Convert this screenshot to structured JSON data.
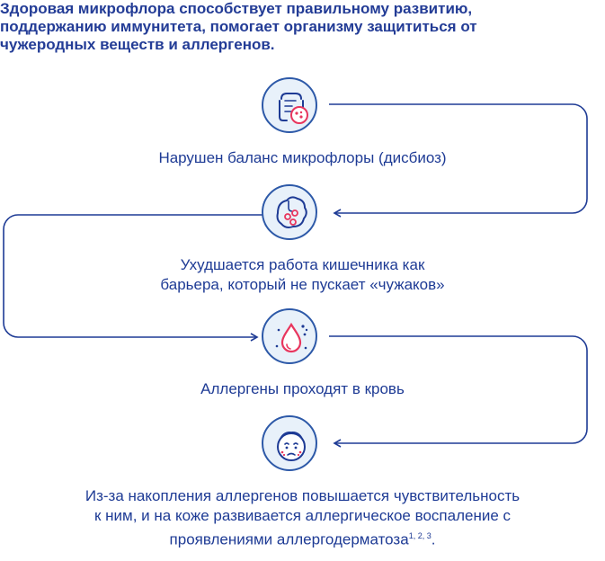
{
  "title": {
    "line1": "Здоровая микрофлора способствует правильному развитию,",
    "line2": "поддержанию иммунитета, помогает организму защититься от",
    "line3": "чужеродных веществ и аллергенов."
  },
  "steps": [
    {
      "icon": "intestine-microbe-icon",
      "line1": "Нарушен баланс микрофлоры (дисбиоз)"
    },
    {
      "icon": "intestine-barrier-icon",
      "line1": "Ухудшается работа кишечника как",
      "line2": "барьера, который не пускает «чужаков»"
    },
    {
      "icon": "blood-drop-icon",
      "line1": "Аллергены проходят в кровь"
    },
    {
      "icon": "child-face-rash-icon",
      "line1": "Из-за накопления аллергенов повышается чувствительность",
      "line2": "к ним, и на коже развивается аллергическое воспаление с",
      "line3": "проявлениями аллергодерматоза",
      "refs": "1, 2, 3",
      "end": "."
    }
  ],
  "colors": {
    "navy": "#1e3b95",
    "accent": "#e8365e",
    "icon_bg": "#e8f1fa"
  }
}
